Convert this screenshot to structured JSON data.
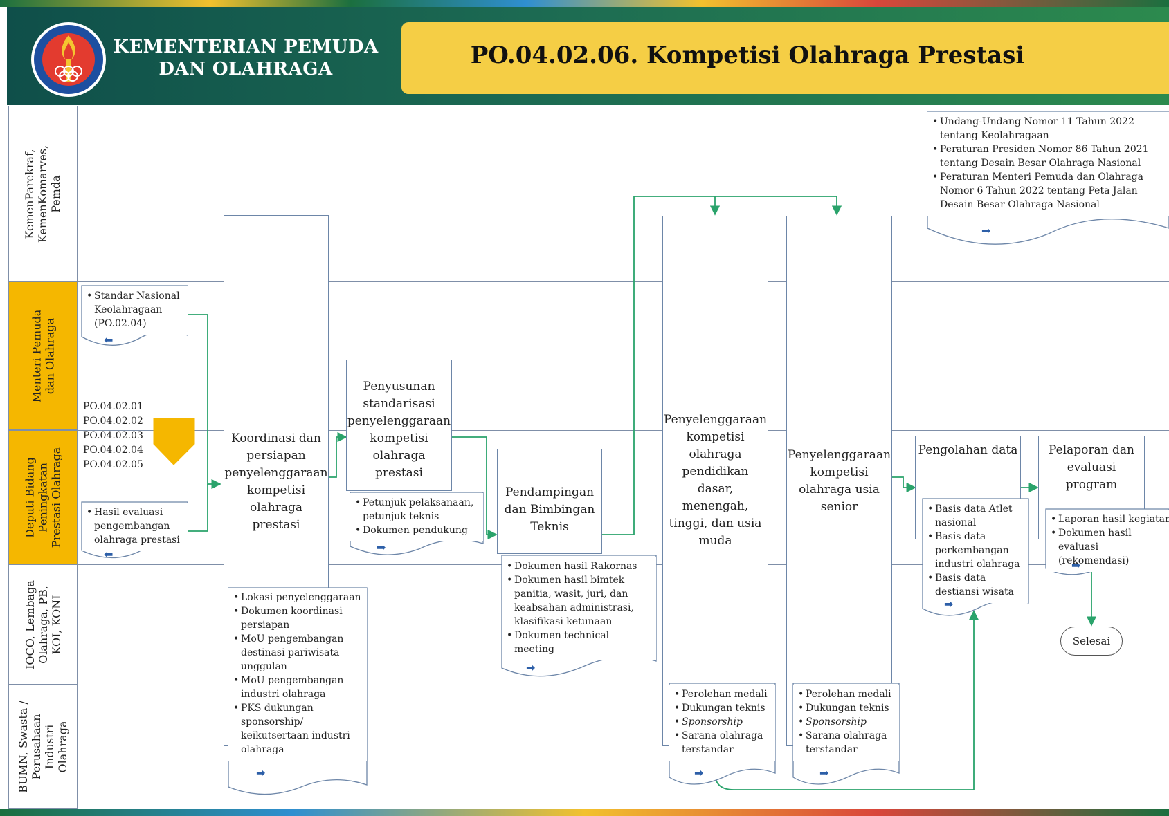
{
  "header": {
    "org_line1": "KEMENTERIAN PEMUDA",
    "org_line2": "DAN OLAHRAGA",
    "title": "PO.04.02.06.  Kompetisi Olahraga Prestasi",
    "logo_icon": "ministry-emblem-icon"
  },
  "lanes": [
    {
      "id": "lane1",
      "label": "KemenParekraf, KemenKomarves, Pemda",
      "lines": [
        "KemenParekraf,",
        "KemenKomarves,",
        "Pemda"
      ],
      "color": "#ffffff"
    },
    {
      "id": "lane2",
      "label": "Menteri Pemuda dan Olahraga",
      "lines": [
        "Menteri Pemuda",
        "dan Olahraga"
      ],
      "color": "#f5b700"
    },
    {
      "id": "lane3",
      "label": "Deputi Bidang Peningkatan Prestasi Olahraga",
      "lines": [
        "Deputi Bidang",
        "Peningkatan",
        "Prestasi Olahraga"
      ],
      "color": "#f5b700"
    },
    {
      "id": "lane4",
      "label": "IOCO, Lembaga Olahraga, PB, KOI, KONI",
      "lines": [
        "IOCO, Lembaga",
        "Olahraga, PB,",
        "KOI, KONI"
      ],
      "color": "#ffffff"
    },
    {
      "id": "lane5",
      "label": "BUMN, Swasta / Perusahaan Industri Olahraga",
      "lines": [
        "BUMN, Swasta /",
        "Perusahaan",
        "Industri",
        "Olahraga"
      ],
      "color": "#ffffff"
    }
  ],
  "references": [
    "PO.04.02.01",
    "PO.04.02.02",
    "PO.04.02.03",
    "PO.04.02.04",
    "PO.04.02.05"
  ],
  "processes": {
    "koordinasi": "Koordinasi dan persiapan penyelenggaraan kompetisi olahraga prestasi",
    "penyusunan": "Penyusunan standarisasi penyelenggaraan kompetisi olahraga prestasi",
    "pendampingan": "Pendampingan dan Bimbingan Teknis",
    "kompetisi_pendidikan": "Penyelenggaraan kompetisi olahraga pendidikan dasar, menengah, tinggi, dan usia muda",
    "kompetisi_senior": "Penyelenggaraan kompetisi olahraga usia senior",
    "pengolahan": "Pengolahan data",
    "pelaporan": "Pelaporan dan evaluasi program"
  },
  "documents": {
    "regulasi": [
      "Undang-Undang Nomor 11 Tahun 2022 tentang Keolahragaan",
      "Peraturan Presiden Nomor 86 Tahun 2021 tentang Desain Besar Olahraga Nasional",
      "Peraturan Menteri Pemuda dan Olahraga Nomor 6 Tahun 2022 tentang Peta Jalan Desain Besar Olahraga Nasional"
    ],
    "standar": [
      "Standar Nasional Keolahragaan (PO.02.04)"
    ],
    "hasil_evaluasi": [
      "Hasil evaluasi pengembangan olahraga prestasi"
    ],
    "koordinasi_out": [
      "Lokasi penyelenggaraan",
      "Dokumen koordinasi persiapan",
      "MoU pengembangan destinasi pariwisata unggulan",
      "MoU pengembangan industri olahraga",
      "PKS dukungan sponsorship/ keikutsertaan industri olahraga"
    ],
    "penyusunan_out": [
      "Petunjuk pelaksanaan, petunjuk teknis",
      "Dokumen pendukung"
    ],
    "pendampingan_out": [
      "Dokumen hasil Rakornas",
      "Dokumen hasil bimtek panitia, wasit, juri, dan keabsahan administrasi, klasifikasi ketunaan",
      "Dokumen technical meeting"
    ],
    "pendidikan_out": [
      "Perolehan medali",
      "Dukungan teknis",
      "Sponsorship",
      "Sarana olahraga terstandar"
    ],
    "senior_out": [
      "Perolehan medali",
      "Dukungan teknis",
      "Sponsorship",
      "Sarana olahraga terstandar"
    ],
    "pengolahan_out": [
      "Basis data Atlet nasional",
      "Basis data perkembangan industri olahraga",
      "Basis data destiansi wisata"
    ],
    "pelaporan_out": [
      "Laporan hasil kegiatan",
      "Dokumen hasil evaluasi (rekomendasi)"
    ]
  },
  "terminator": "Selesai",
  "colors": {
    "header_bg": "#1c6a52",
    "title_bg": "#f5ce45",
    "lane_highlight": "#f5b700",
    "connector": "#2aa36b",
    "box_border": "#6d86a8",
    "offpage": "#f5b700"
  }
}
